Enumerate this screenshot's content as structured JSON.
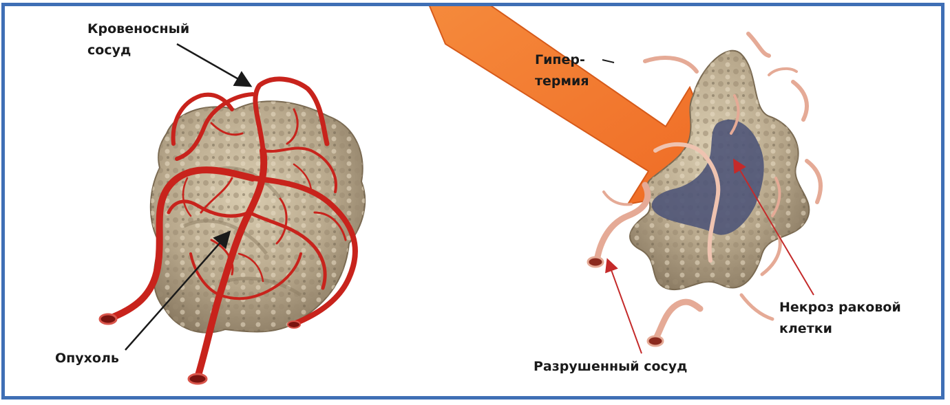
{
  "labels": {
    "blood_vessel": [
      "Кровеносный",
      "сосуд"
    ],
    "tumor": "Опухоль",
    "hyperthermia": [
      "Гипер-",
      "термия"
    ],
    "destroyed_vessel": "Разрушенный сосуд",
    "necrosis": [
      "Некроз раковой",
      "клетки"
    ]
  },
  "colors": {
    "frame": "#3f6fb5",
    "tumor_tissue": "#b8a88c",
    "vessel_healthy": "#c8231c",
    "vessel_destroyed": "#e5aa96",
    "hyperthermia_arrow": "#f2742a",
    "necrosis_area": "#4f5578",
    "pointer_dark": "#1a1a1a",
    "pointer_red": "#c42a2a"
  }
}
